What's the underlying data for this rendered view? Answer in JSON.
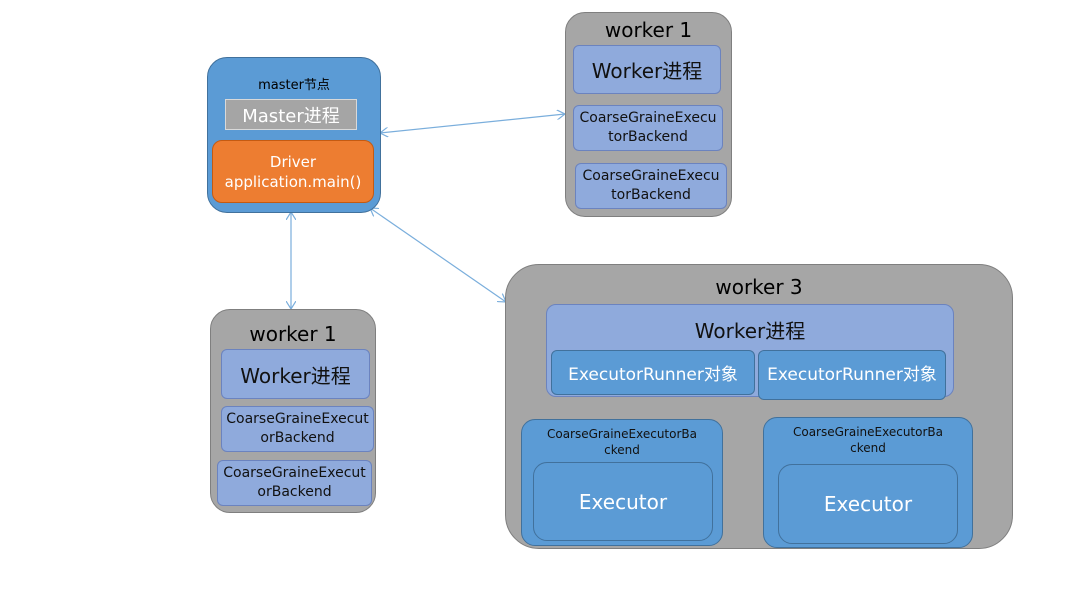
{
  "master": {
    "title": "master节点",
    "process": "Master进程",
    "driver_line1": "Driver",
    "driver_line2": "application.main()"
  },
  "worker_top": {
    "title": "worker 1",
    "process": "Worker进程",
    "backend1": "CoarseGraineExecutorBackend",
    "backend2": "CoarseGraineExecutorBackend"
  },
  "worker_bottom": {
    "title": "worker 1",
    "process": "Worker进程",
    "backend1": "CoarseGraineExecutorBackend",
    "backend2": "CoarseGraineExecutorBackend"
  },
  "worker3": {
    "title": "worker 3",
    "process": "Worker进程",
    "runner1": "ExecutorRunner对象",
    "runner2": "ExecutorRunner对象",
    "backend1": "CoarseGraineExecutorBackend",
    "backend2": "CoarseGraineExecutorBackend",
    "executor1": "Executor",
    "executor2": "Executor"
  },
  "colors": {
    "node_gray": "#a6a6a6",
    "master_blue": "#5b9bd5",
    "worker_process": "#8faadc",
    "driver_orange": "#ed7d31",
    "connector": "#7aaedc"
  }
}
